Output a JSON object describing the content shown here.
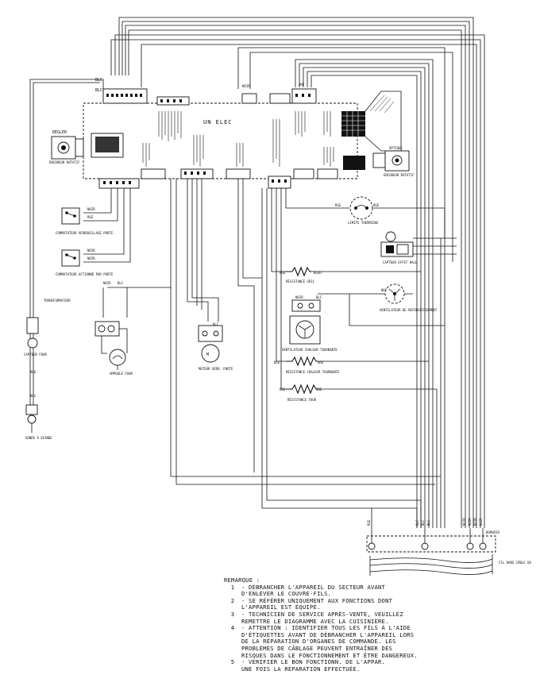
{
  "labels": {
    "un_elec": "UN ELEC",
    "regler": "RÉGLER",
    "encodeur_rotatif_left": "ENCODEUR ROTATIF",
    "optique": "OPTIQUE",
    "encodeur_rotatif_right": "ENCODEUR ROTATIF",
    "limite_thermique": "LIMITE THERMIQUE",
    "capteur_effet_hall": "CAPTEUR EFFET HALL",
    "resistance_gril": "RÉSISTANCE GRIL",
    "ventilateur_refroidissement": "VENTILATEUR DE REFROIDISSEMENT",
    "ventilateur_chaleur_tournante": "VENTILATEUR CHALEUR TOURNANTE",
    "resistance_chaleur_tournante": "RÉSISTANCE CHALEUR TOURNANTE",
    "resistance_four": "RÉSISTANCE FOUR",
    "commutateur_verrouillage": "COMMUTATEUR VERROUILLAGE PORTE",
    "commutateur_actionne": "COMMUTATEUR ACTIONNÉ PAR PORTE",
    "transformateur": "TRANSFORMATEUR",
    "ampoule_four": "AMPOULE FOUR",
    "moteur_verr_porte": "MOTEUR VERR. PORTE",
    "capteur_four": "CAPTEUR FOUR",
    "sonde_viande": "SONDE À VIANDE",
    "bornier": "BORNIER",
    "fil_cable": "FIL DANS CÂBLE BX",
    "wire_blc": "BLC",
    "wire_noir": "NOIR",
    "wire_rge": "RGE",
    "wire_bleu": "BLEU",
    "wire_jne": "JNE",
    "wire_ble": "BLE",
    "wire_vert": "VERT",
    "wire_org": "ORG"
  },
  "remarks": {
    "heading": "REMARQUE :",
    "items": [
      {
        "num": "1",
        "text": "- DÉBRANCHER L'APPAREIL DU SECTEUR AVANT\n  D'ENLEVER LE COUVRE-FILS."
      },
      {
        "num": "2",
        "text": "- SE RÉFÉRER UNIQUEMENT AUX FONCTIONS DONT\n  L'APPAREIL EST ÉQUIPÉ."
      },
      {
        "num": "3",
        "text": "- TECHNICIEN DE SERVICE APRÈS-VENTE, VEUILLEZ\n  REMETTRE LE DIAGRAMME AVEC LA CUISINIÈRE."
      },
      {
        "num": "4",
        "text": "- ATTENTION : IDENTIFIER TOUS LES FILS À L'AIDE\n  D'ÉTIQUETTES AVANT DE DÉBRANCHER L'APPAREIL LORS\n  DE LA RÉPARATION D'ORGANES DE COMMANDE. LES\n  PROBLÈMES DE CÂBLAGE PEUVENT ENTRAÎNER DES\n  RISQUES DANS LE FONCTIONNEMENT ET ÊTRE DANGEREUX."
      },
      {
        "num": "5",
        "text": "- VÉRIFIER LE BON FONCTIONN. DE L'APPAR.\n  UNE FOIS LA RÉPARATION EFFECTUÉE."
      }
    ]
  }
}
